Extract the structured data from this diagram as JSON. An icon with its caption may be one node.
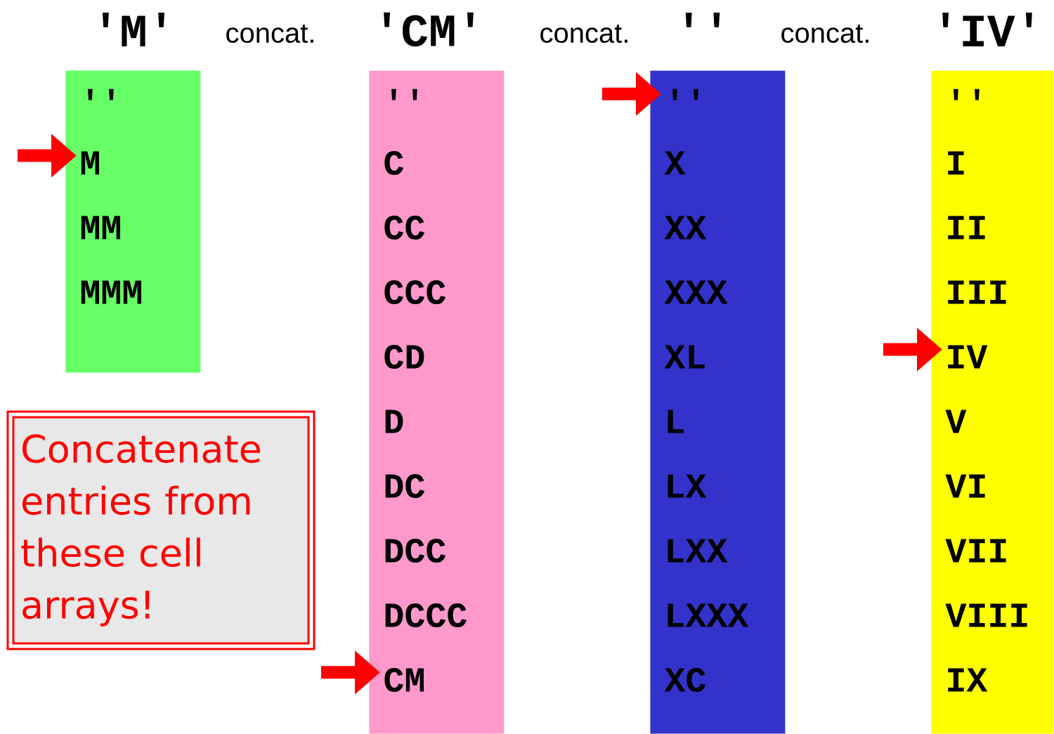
{
  "diagram": {
    "nodes": [
      {
        "text": [],
        "shape": "bar"
      },
      {
        "text": [
          "''"
        ],
        "in": 0
      },
      {
        "text": [
          "M"
        ],
        "in": 0
      },
      {
        "text": [
          "MM"
        ],
        "in": 0
      },
      {
        "text": [
          "MMM"
        ],
        "in": 0
      },
      {
        "text": [],
        "shape": "bar"
      },
      {
        "text": [
          "''"
        ],
        "in": 5
      },
      {
        "text": [
          "C"
        ],
        "in": 5
      },
      {
        "text": [
          "CC"
        ],
        "in": 5
      },
      {
        "text": [
          "CCC"
        ],
        "in": 5
      },
      {
        "text": [
          "CD"
        ],
        "in": 5
      },
      {
        "text": [
          "D"
        ],
        "in": 5
      },
      {
        "text": [
          "DC"
        ],
        "in": 5
      },
      {
        "text": [
          "DCC"
        ],
        "in": 5
      },
      {
        "text": [
          "DCCC"
        ],
        "in": 5
      },
      {
        "text": [
          "CM"
        ],
        "in": 5
      },
      {
        "text": [],
        "shape": "bar"
      },
      {
        "text": [
          "''"
        ],
        "in": 16
      },
      {
        "text": [
          "X"
        ],
        "in": 16
      },
      {
        "text": [
          "XX"
        ],
        "in": 16
      },
      {
        "text": [
          "XXX"
        ],
        "in": 16
      },
      {
        "text": [
          "XL"
        ],
        "in": 16
      },
      {
        "text": [
          "L"
        ],
        "in": 16
      },
      {
        "text": [
          "LX"
        ],
        "in": 16
      },
      {
        "text": [
          "LXX"
        ],
        "in": 16
      },
      {
        "text": [
          "LXXX"
        ],
        "in": 16
      },
      {
        "text": [
          "XC"
        ],
        "in": 16
      },
      {
        "text": [],
        "shape": "bar"
      },
      {
        "text": [
          "''"
        ],
        "in": 27
      },
      {
        "text": [
          "I"
        ],
        "in": 27
      },
      {
        "text": [
          "II"
        ],
        "in": 27
      },
      {
        "text": [
          "III"
        ],
        "in": 27
      },
      {
        "text": [
          "IV"
        ],
        "in": 27
      },
      {
        "text": [
          "V"
        ],
        "in": 27
      },
      {
        "text": [
          "VI"
        ],
        "in": 27
      },
      {
        "text": [
          "VII"
        ],
        "in": 27
      },
      {
        "text": [
          "VIII"
        ],
        "in": 27
      },
      {
        "text": [
          "IX"
        ],
        "in": 27
      },
      {
        "text": [
          "Concatenate entries from these cell arrays!"
        ]
      }
    ],
    "edges": [
      {
        "from": null,
        "to": 2,
        "arrow": "to"
      },
      {
        "from": null,
        "to": 15,
        "arrow": "to"
      },
      {
        "from": null,
        "to": 17,
        "arrow": "to"
      },
      {
        "from": null,
        "to": 32,
        "arrow": "to"
      }
    ],
    "labels": [
      "'M'",
      "concat.",
      "'CM'",
      "concat.",
      "''",
      "concat.",
      "'IV'"
    ]
  }
}
